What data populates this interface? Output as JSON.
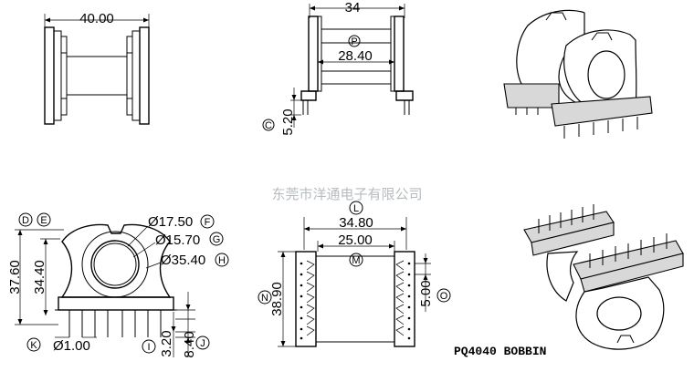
{
  "title": "PQ4040 BOBBIN",
  "watermark": "东莞市洋通电子有限公司",
  "top_front": {
    "width": "40.00"
  },
  "top_side": {
    "top_width": "34",
    "inner_width": "28.40",
    "pin_height": "5.20",
    "marker_p": "P",
    "marker_c": "C"
  },
  "flange": {
    "height_outer": "37.60",
    "height_inner": "34.40",
    "d1": "Ø17.50",
    "d2": "Ø15.70",
    "d3": "Ø35.40",
    "pin_dia": "Ø1.00",
    "pin_len1": "3.20",
    "pin_len2": "8.40",
    "markers": {
      "d": "D",
      "e": "E",
      "f": "F",
      "g": "G",
      "h": "H",
      "i": "I",
      "j": "J",
      "k": "K"
    }
  },
  "bottom_view": {
    "outer_width": "34.80",
    "inner_width": "25.00",
    "height": "38.90",
    "pin_pitch": "5.00",
    "markers": {
      "l": "L",
      "m": "M",
      "n": "N",
      "o": "O"
    }
  }
}
